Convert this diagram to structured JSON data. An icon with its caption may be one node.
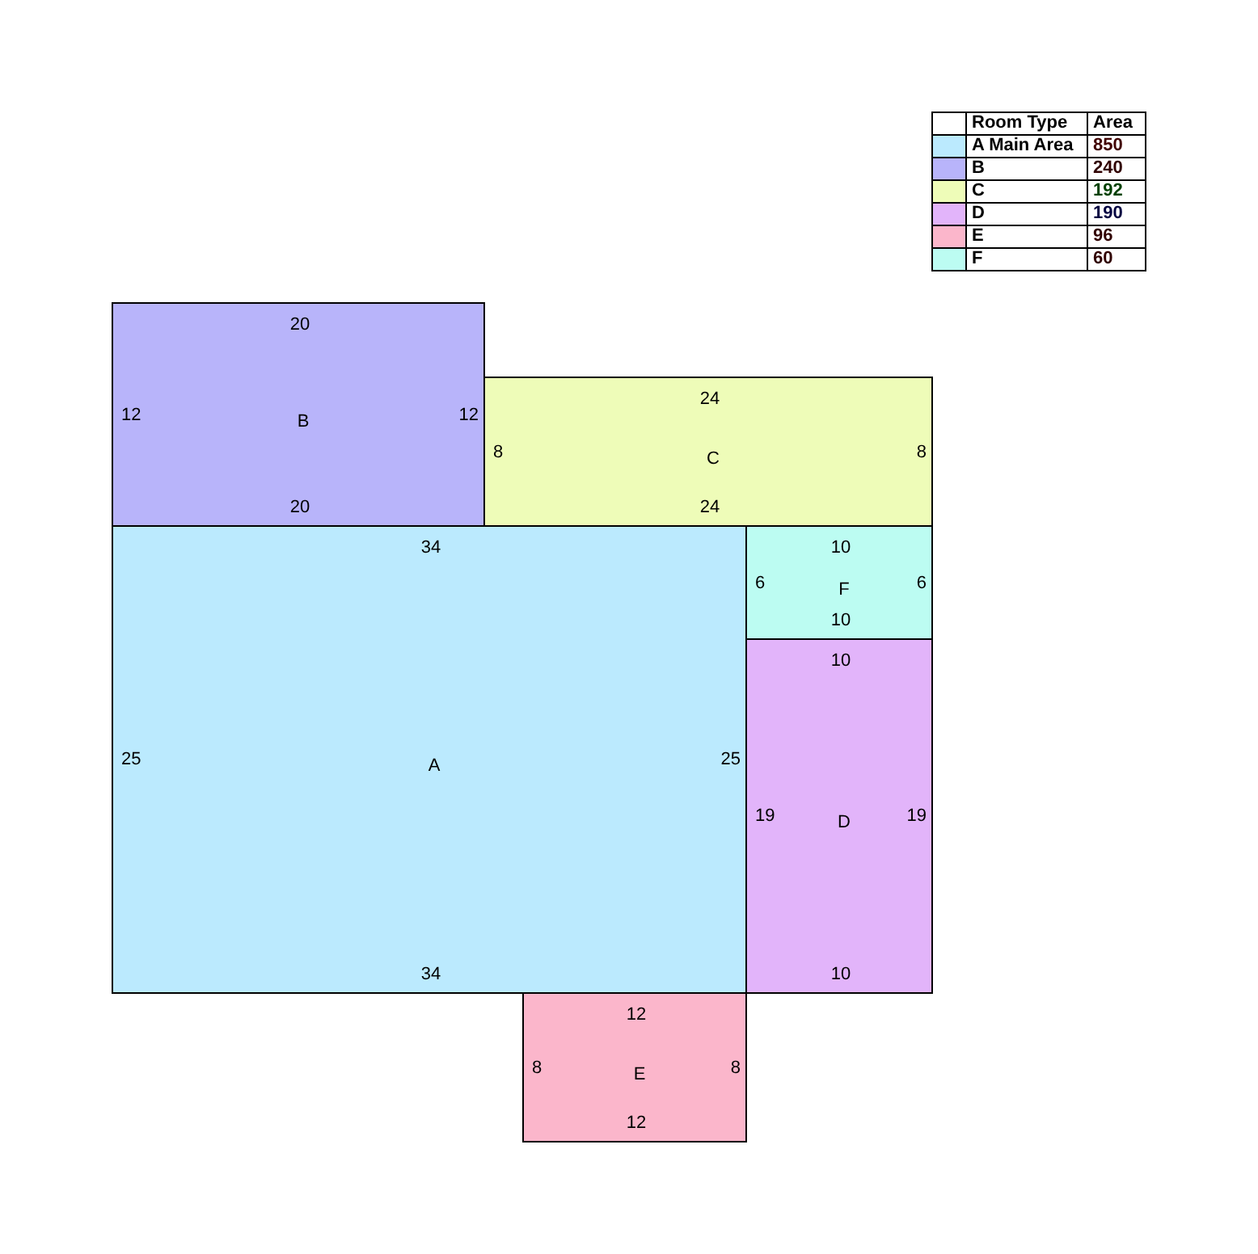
{
  "diagram": {
    "nodes": [
      {
        "text": [
          "20",
          "12",
          "B",
          "12",
          "20"
        ]
      },
      {
        "text": [
          "24",
          "8",
          "C",
          "8",
          "24"
        ]
      },
      {
        "text": [
          "34",
          "25",
          "A",
          "25",
          "34"
        ]
      },
      {
        "text": [
          "10",
          "6",
          "F",
          "6",
          "10"
        ]
      },
      {
        "text": [
          "10",
          "19",
          "D",
          "19",
          "10"
        ]
      },
      {
        "text": [
          "12",
          "8",
          "E",
          "8",
          "12"
        ]
      }
    ],
    "labels": [
      "Room Type",
      "Area",
      "850",
      "240",
      "192",
      "190",
      "96",
      "60"
    ],
    "legend": [
      {
        "text": "A Main Area",
        "color": "#bbeafe"
      },
      {
        "text": "B",
        "color": "#b8b4fa"
      },
      {
        "text": "C",
        "color": "#eefcb8"
      },
      {
        "text": "D",
        "color": "#e2b4fa"
      },
      {
        "text": "E",
        "color": "#fbb6cb"
      },
      {
        "text": "F",
        "color": "#bcfcf2"
      }
    ]
  }
}
